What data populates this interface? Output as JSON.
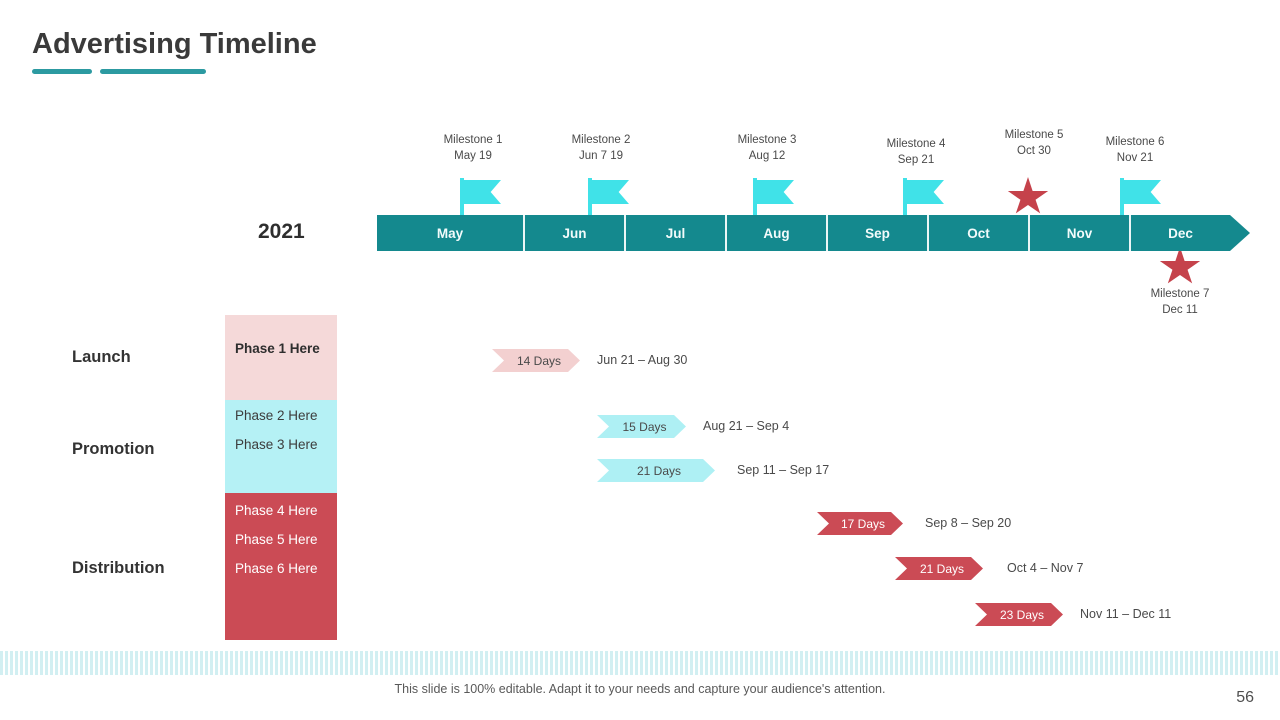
{
  "title": "Advertising Timeline",
  "year": "2021",
  "timeline": {
    "months": [
      "May",
      "Jun",
      "Jul",
      "Aug",
      "Sep",
      "Oct",
      "Nov",
      "Dec"
    ]
  },
  "milestones": [
    {
      "name": "Milestone 1",
      "date": "May 19",
      "icon": "flag"
    },
    {
      "name": "Milestone 2",
      "date": "Jun 7 19",
      "icon": "flag"
    },
    {
      "name": "Milestone 3",
      "date": "Aug 12",
      "icon": "flag"
    },
    {
      "name": "Milestone 4",
      "date": "Sep 21",
      "icon": "flag"
    },
    {
      "name": "Milestone 5",
      "date": "Oct 30",
      "icon": "star"
    },
    {
      "name": "Milestone 6",
      "date": "Nov 21",
      "icon": "flag"
    },
    {
      "name": "Milestone 7",
      "date": "Dec 11",
      "icon": "star"
    }
  ],
  "groups": [
    {
      "label": "Launch",
      "phases": [
        "Phase 1 Here"
      ]
    },
    {
      "label": "Promotion",
      "phases": [
        "Phase 2 Here",
        "Phase 3 Here"
      ]
    },
    {
      "label": "Distribution",
      "phases": [
        "Phase 4 Here",
        "Phase 5 Here",
        "Phase 6 Here"
      ]
    }
  ],
  "durations": [
    {
      "days": "14 Days",
      "range": "Jun 21 – Aug 30",
      "color": "pink"
    },
    {
      "days": "15 Days",
      "range": "Aug 21 – Sep 4",
      "color": "cyan"
    },
    {
      "days": "21 Days",
      "range": "Sep 11 – Sep 17",
      "color": "cyan"
    },
    {
      "days": "17 Days",
      "range": "Sep 8 – Sep 20",
      "color": "red"
    },
    {
      "days": "21 Days",
      "range": "Oct 4 – Nov 7",
      "color": "red"
    },
    {
      "days": "23 Days",
      "range": "Nov 11 – Dec 11",
      "color": "red"
    }
  ],
  "footer": {
    "note": "This slide is 100% editable. Adapt it to your needs and capture your audience's attention.",
    "page": "56"
  },
  "colors": {
    "bar_teal": "#14898e",
    "underline_teal": "#2c9aa1",
    "flag_cyan": "#40e2e8",
    "star_red": "#c5424b",
    "phase_pink": "#f5d9d9",
    "phase_cyan": "#b5f1f5",
    "phase_red": "#cb4b55",
    "arrow_pink": "#f3d0d0",
    "arrow_cyan": "#aef0f4",
    "arrow_red": "#cb4b55"
  }
}
